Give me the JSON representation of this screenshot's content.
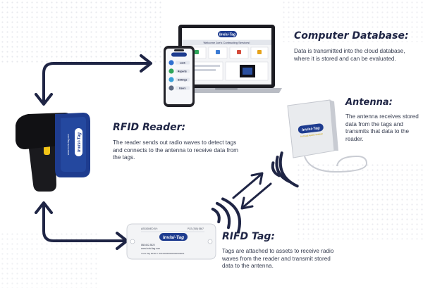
{
  "brand": {
    "name": "Invisi-Tag",
    "antenna_subtext": "A Virtual Assets Solution",
    "color_navy": "#1f2545",
    "color_blue": "#1e3c8f",
    "color_yellow": "#f2c417"
  },
  "sections": {
    "database": {
      "title": "Computer Database:",
      "text": "Data is transmitted into the cloud database, where it is stored and can be evaluated."
    },
    "antenna": {
      "title": "Antenna:",
      "text": "The antenna receives stored data from the tags and transmits that data to the reader."
    },
    "reader": {
      "title": "RFID Reader:",
      "text": "The reader sends out radio waves to detect tags and connects to the antenna to receive data from the tags."
    },
    "tag": {
      "title": "RIFD Tag:",
      "text": "Tags are attached to assets to receive radio waves from the reader and transmit stored data to the antenna."
    }
  },
  "laptop_screen": {
    "welcome": "Welcome Joe's Contracting Services!"
  },
  "phone_menu": {
    "items": [
      "Lock",
      "Reports",
      "Settings",
      "Users"
    ]
  },
  "tag_label": {
    "left_top": "ASSIGNED BY:",
    "right_top": "PCS (765) 0567",
    "phone": "888-662-5820",
    "site": "www.invisi-tag.com",
    "serial": "Invisi-Tag RFID #: 301000000000000000001"
  },
  "reader": {
    "side_text": "www.invisi-tag.com"
  },
  "icons": {
    "arrow_left": "curved-double-arrow-icon",
    "arrow_bottom": "curved-double-arrow-icon",
    "arrow_diag": "diagonal-double-arrow-icon",
    "waves": "radio-wave-icon"
  }
}
